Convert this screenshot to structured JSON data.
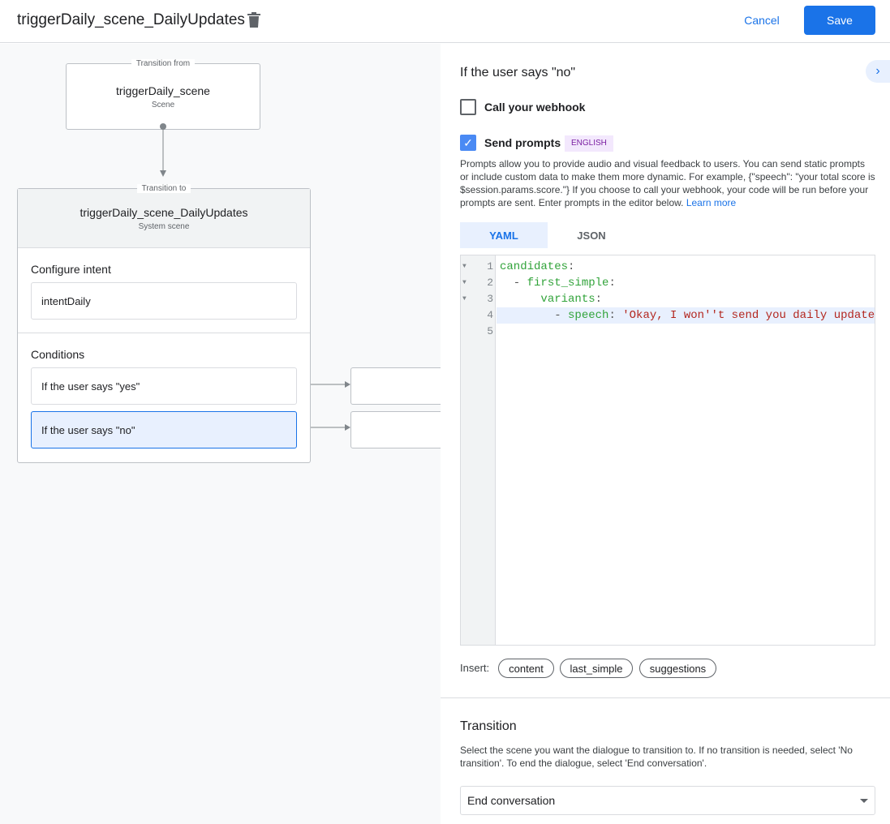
{
  "header": {
    "title": "triggerDaily_scene_DailyUpdates",
    "cancel": "Cancel",
    "save": "Save"
  },
  "canvas": {
    "from": {
      "tag": "Transition from",
      "name": "triggerDaily_scene",
      "type": "Scene"
    },
    "to": {
      "tag": "Transition to",
      "name": "triggerDaily_scene_DailyUpdates",
      "type": "System scene",
      "intent_label": "Configure intent",
      "intent": "intentDaily",
      "conditions_label": "Conditions",
      "conditions": [
        "If the user says \"yes\"",
        "If the user says \"no\""
      ]
    }
  },
  "panel": {
    "heading": "If the user says \"no\"",
    "webhook": {
      "label": "Call your webhook",
      "checked": false
    },
    "prompts": {
      "label": "Send prompts",
      "checked": true,
      "badge": "ENGLISH",
      "description": "Prompts allow you to provide audio and visual feedback to users. You can send static prompts or include custom data to make them more dynamic. For example, {\"speech\": \"your total score is $session.params.score.\"} If you choose to call your webhook, your code will be run before your prompts are sent. Enter prompts in the editor below.",
      "learn_more": "Learn more"
    },
    "tabs": [
      "YAML",
      "JSON"
    ],
    "active_tab": "YAML",
    "code": {
      "l1k": "candidates",
      "l2k": "first_simple",
      "l3k": "variants",
      "l4k": "speech",
      "l4v": "'Okay, I won''t send you daily update"
    },
    "insert_label": "Insert:",
    "insert_chips": [
      "content",
      "last_simple",
      "suggestions"
    ],
    "transition": {
      "title": "Transition",
      "description": "Select the scene you want the dialogue to transition to. If no transition is needed, select 'No transition'. To end the dialogue, select 'End conversation'.",
      "selected": "End conversation"
    }
  },
  "colors": {
    "accent": "#1a73e8",
    "selected_bg": "#e8f0fe",
    "badge_bg": "#f3e8fd",
    "badge_text": "#7b1fa2"
  }
}
